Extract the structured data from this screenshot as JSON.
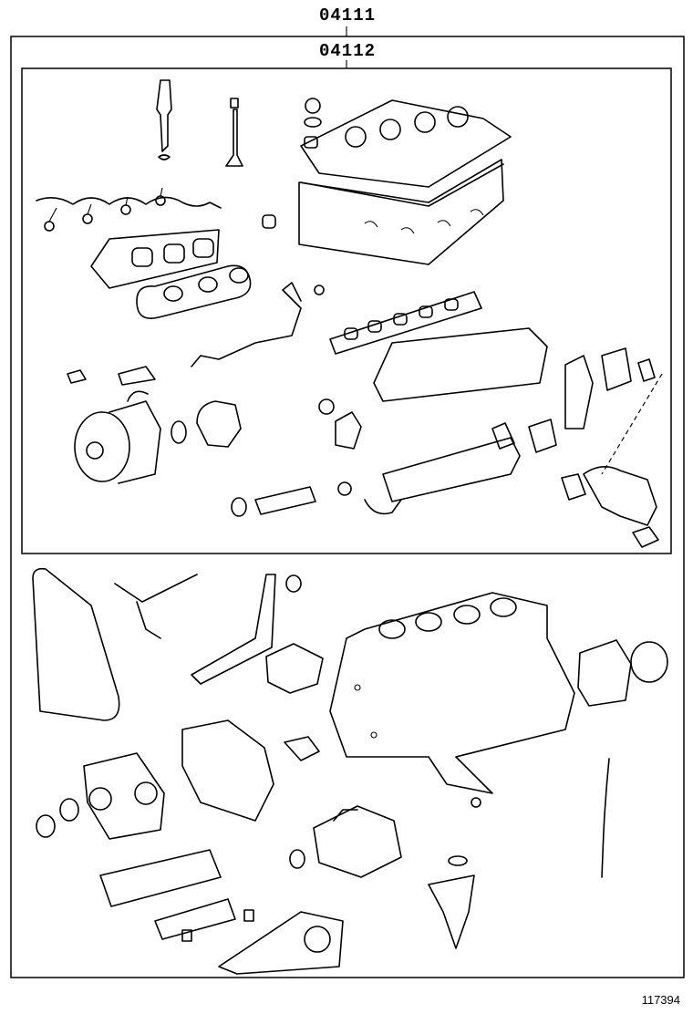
{
  "labels": {
    "outer_kit": "04111",
    "inner_kit": "04112"
  },
  "figure_number": "117394",
  "icons": {
    "injector": "fuel-injector-icon",
    "valve": "valve-icon",
    "head": "cylinder-head-icon",
    "block": "cylinder-block-icon",
    "turbo": "turbocharger-icon",
    "pump": "injection-pump-icon"
  }
}
